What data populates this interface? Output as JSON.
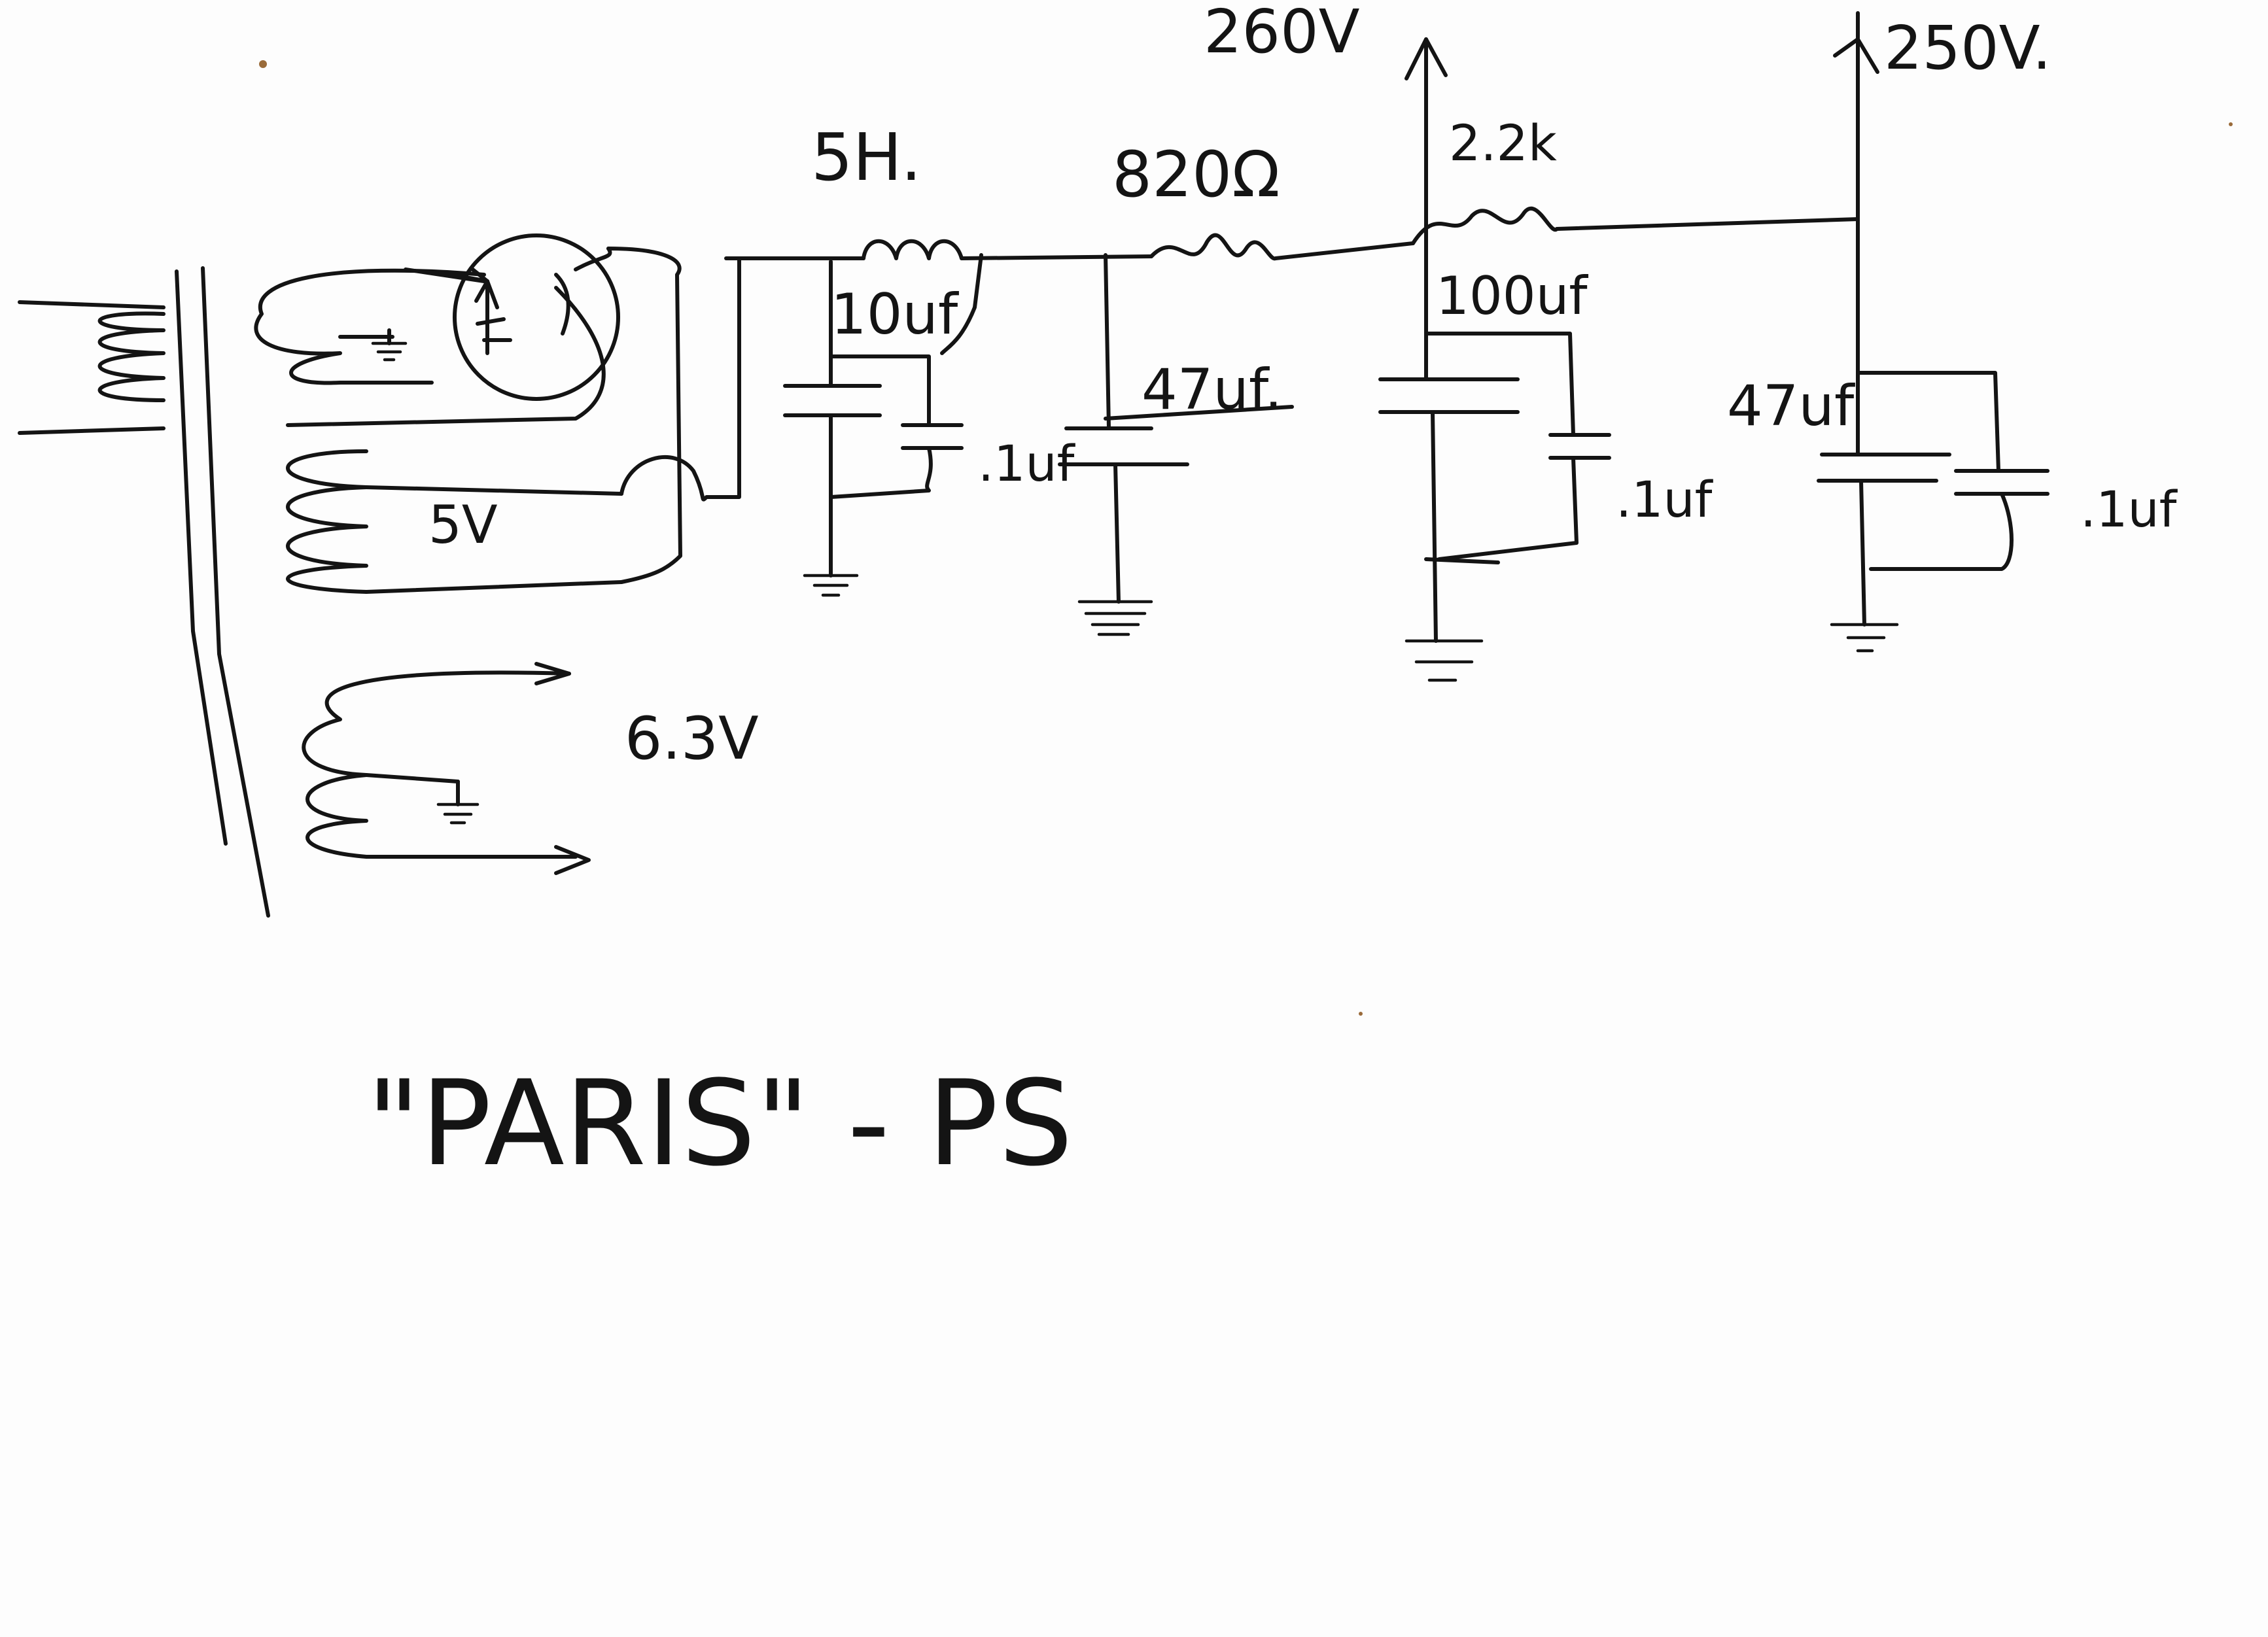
{
  "title": "\"PARIS\" - PS",
  "labels": {
    "node_260v": "260V",
    "node_250v": "250V.",
    "choke": "5H.",
    "resistor_1": "820Ω",
    "resistor_2": "2.2k",
    "cap_10uf": "10uf",
    "cap_47uf_a": "47uf.",
    "cap_100uf": "100uf",
    "cap_47uf_b": "47uf",
    "bypass_1": ".1uf",
    "bypass_2": ".1uf",
    "bypass_3": ".1uf",
    "winding_5v": "5V",
    "winding_6v3": "6.3V"
  }
}
